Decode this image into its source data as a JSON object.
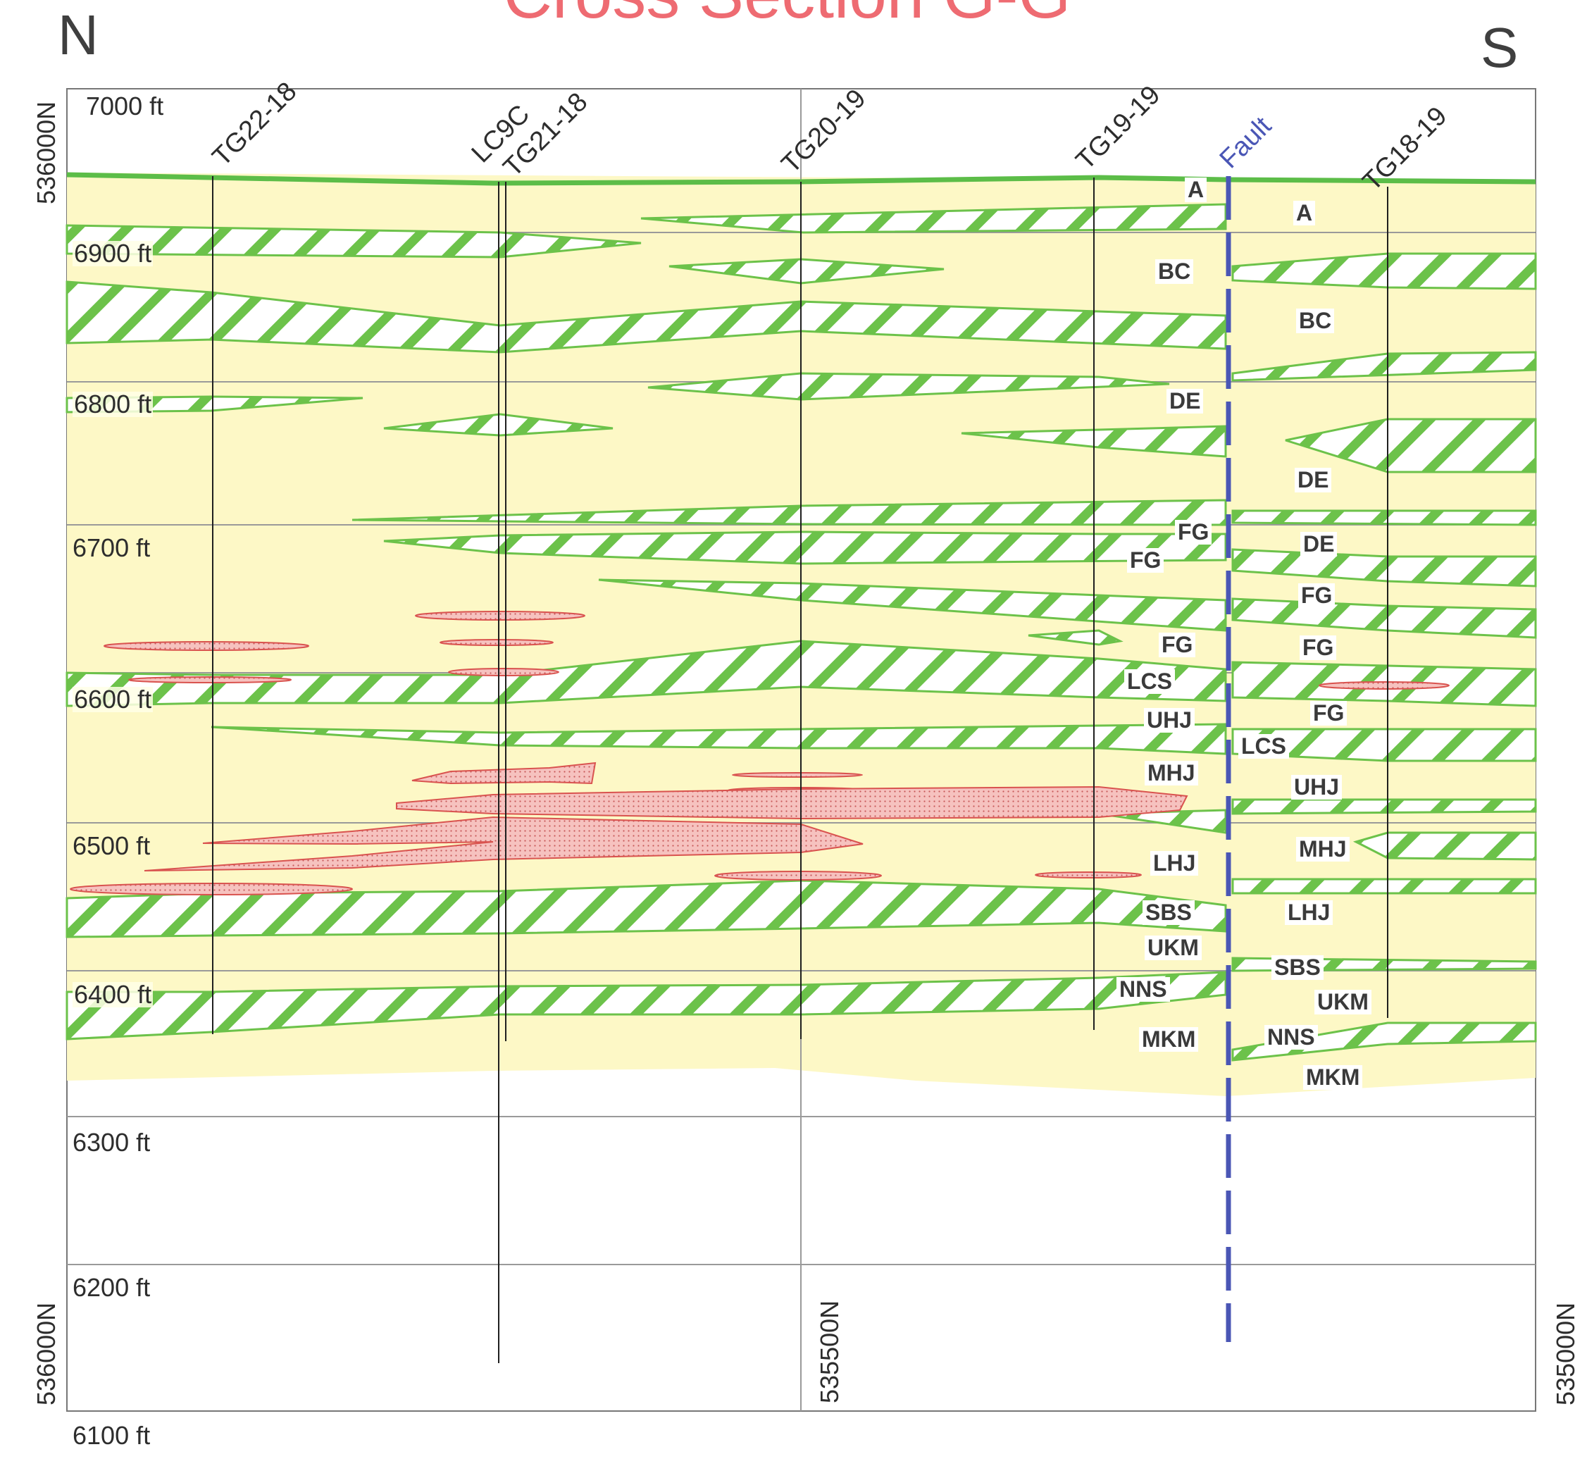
{
  "title": "Cross Section G-G'",
  "orientation": {
    "left": "N",
    "right": "S"
  },
  "elevation_labels": [
    "7000 ft",
    "6900 ft",
    "6800 ft",
    "6700 ft",
    "6600 ft",
    "6500 ft",
    "6400 ft",
    "6300 ft",
    "6200 ft",
    "6100 ft"
  ],
  "drill_holes": [
    "TG22-18",
    "LC9C",
    "TG21-18",
    "TG20-19",
    "TG19-19",
    "TG18-19"
  ],
  "fault_label": "Fault",
  "coordinates": {
    "left_top": "536000N",
    "left_bottom": "536000N",
    "middle": "535500N",
    "right": "535000N"
  },
  "units_north_of_fault": [
    "A",
    "BC",
    "DE",
    "FG",
    "FG",
    "FG",
    "LCS",
    "UHJ",
    "MHJ",
    "LHJ",
    "SBS",
    "UKM",
    "NNS",
    "MKM"
  ],
  "units_south_of_fault": [
    "A",
    "BC",
    "DE",
    "DE",
    "FG",
    "FG",
    "FG",
    "LCS",
    "UHJ",
    "MHJ",
    "LHJ",
    "SBS",
    "UKM",
    "NNS",
    "MKM"
  ],
  "colors": {
    "background_fill": "#fdf8c6",
    "surface_line": "#5cbd48",
    "hatch_stripe": "#6cc24a",
    "ore_body": "#f3aaa8",
    "fault": "#4a56b5",
    "title": "#ee6b72"
  }
}
